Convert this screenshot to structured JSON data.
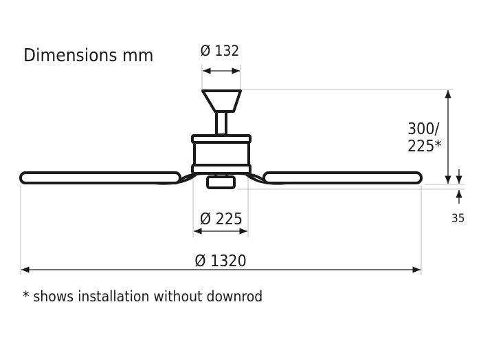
{
  "title": "Dimensions mm",
  "dimensions": {
    "canopy_diameter": "Ø 132",
    "height_line1": "300/",
    "height_line2": "225*",
    "light_kit_height": "35",
    "motor_diameter": "Ø 225",
    "blade_span": "Ø 1320"
  },
  "footnote": "* shows installation without downrod",
  "colors": {
    "line": "#1a1a1a",
    "extension": "#aaaaaa"
  }
}
